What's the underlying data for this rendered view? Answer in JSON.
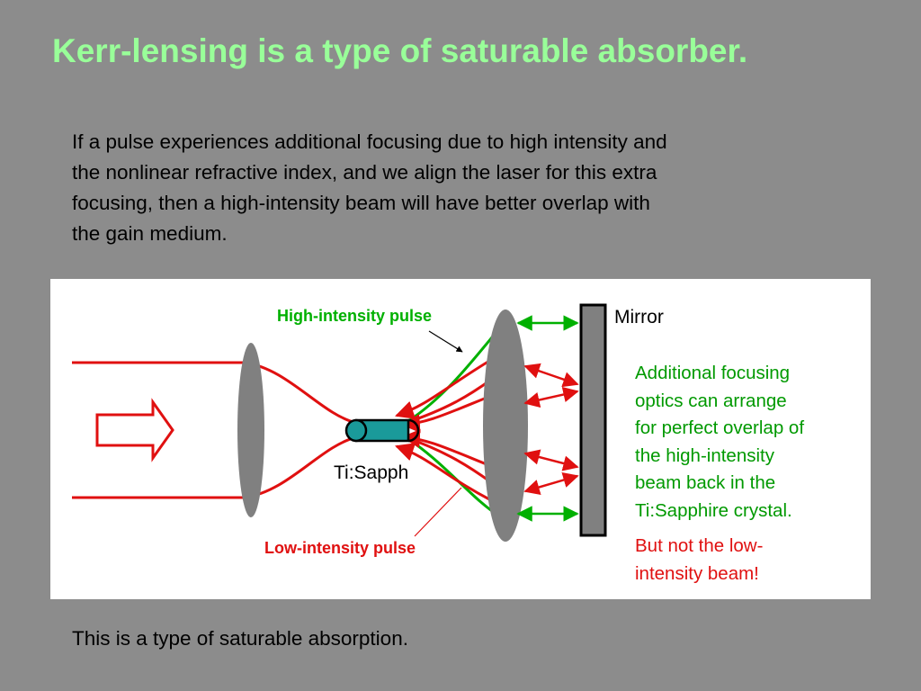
{
  "slide": {
    "title": "Kerr-lensing is a type of saturable absorber.",
    "intro_lines": [
      "If a pulse experiences additional focusing due to high intensity and",
      "the nonlinear refractive index, and we align the laser for this extra",
      "focusing, then a high-intensity beam will have better overlap with",
      "the gain medium."
    ],
    "conclusion": "This is a type of saturable absorption."
  },
  "diagram": {
    "high_label": "High-intensity pulse",
    "low_label": "Low-intensity pulse",
    "mirror_label": "Mirror",
    "crystal_label": "Ti:Sapph",
    "green_note_lines": [
      "Additional focusing",
      "optics can arrange",
      "for perfect overlap of",
      "the high-intensity",
      "beam back in the",
      "Ti:Sapphire crystal."
    ],
    "red_note_lines": [
      "But not the low-",
      "intensity beam!"
    ]
  },
  "colors": {
    "background": "#8c8c8c",
    "title": "#99ff99",
    "high_intensity": "#00b000",
    "low_intensity": "#e01010",
    "crystal": "#1a9a9a",
    "lens": "#808080"
  }
}
